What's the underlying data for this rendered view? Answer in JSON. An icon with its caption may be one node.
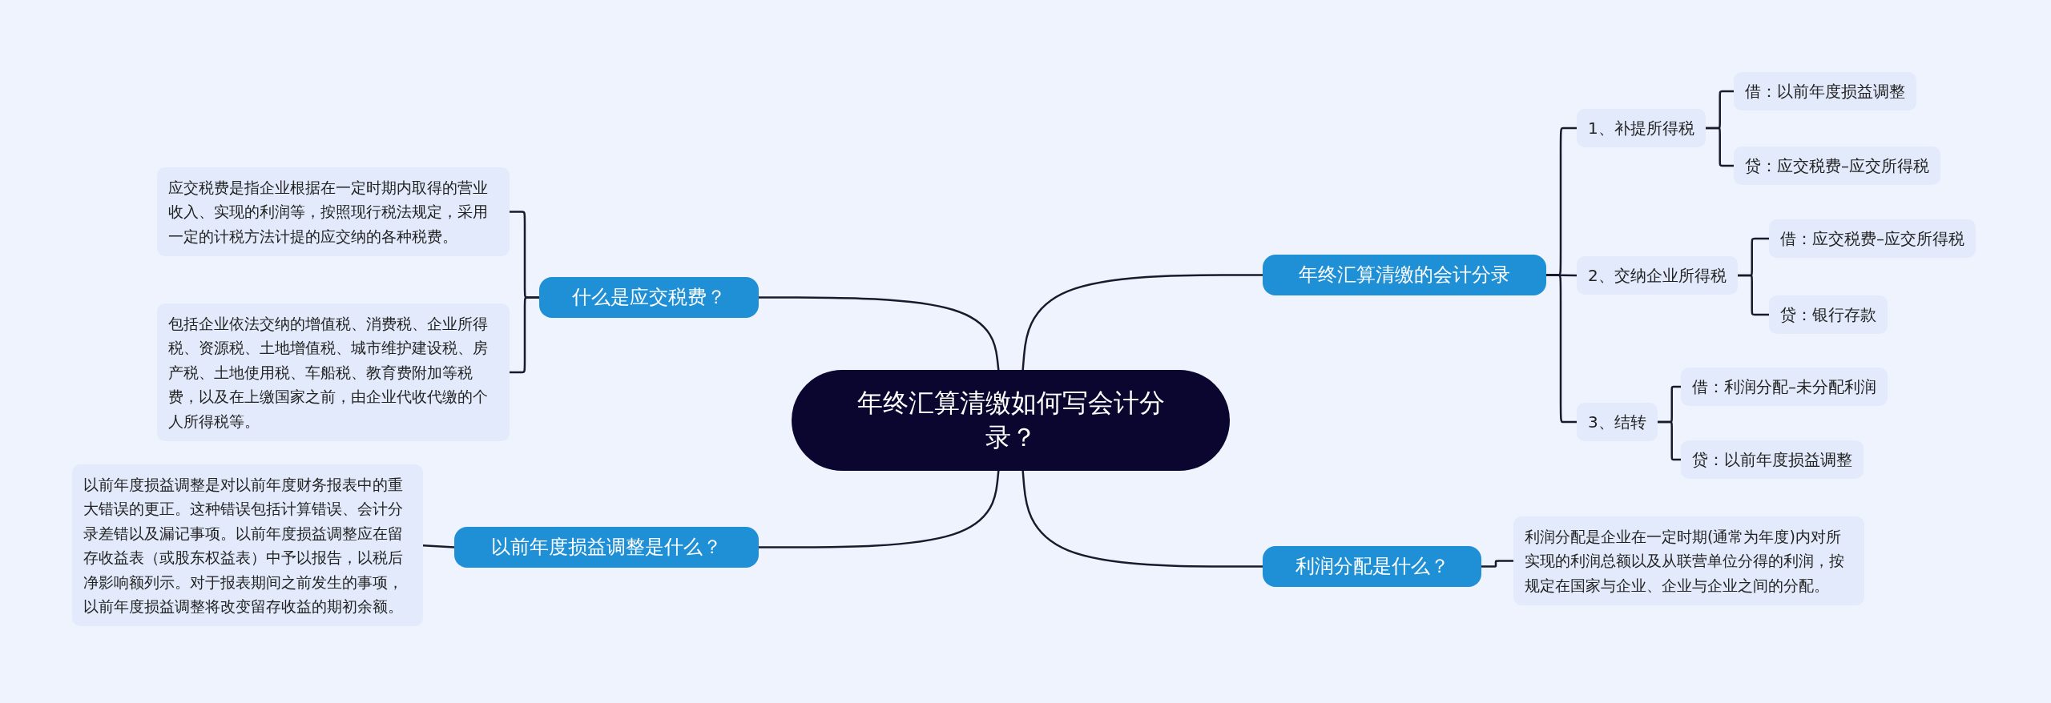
{
  "diagram": {
    "nodes": [
      {
        "text": [
          "年终汇算清缴如何写会计分录？"
        ]
      },
      {
        "text": [
          "什么是应交税费？"
        ]
      },
      {
        "text": [
          "应交税费是指企业根据在一定时期内取得的营业收入、实现的利润等，按照现行税法规定，采用一定的计税方法计提的应交纳的各种税费。"
        ]
      },
      {
        "text": [
          "包括企业依法交纳的增值税、消费税、企业所得税、资源税、土地增值税、城市维护建设税、房产税、土地使用税、车船税、教育费附加等税费，以及在上缴国家之前，由企业代收代缴的个人所得税等。"
        ]
      },
      {
        "text": [
          "以前年度损益调整是什么？"
        ]
      },
      {
        "text": [
          "以前年度损益调整是对以前年度财务报表中的重大错误的更正。这种错误包括计算错误、会计分录差错以及漏记事项。以前年度损益调整应在留存收益表（或股东权益表）中予以报告，以税后净影响额列示。对于报表期间之前发生的事项，以前年度损益调整将改变留存收益的期初余额。"
        ]
      },
      {
        "text": [
          "年终汇算清缴的会计分录"
        ]
      },
      {
        "text": [
          "1、补提所得税"
        ]
      },
      {
        "text": [
          "借：以前年度损益调整"
        ]
      },
      {
        "text": [
          "贷：应交税费–应交所得税"
        ]
      },
      {
        "text": [
          "2、交纳企业所得税"
        ]
      },
      {
        "text": [
          "借：应交税费–应交所得税"
        ]
      },
      {
        "text": [
          "贷：银行存款"
        ]
      },
      {
        "text": [
          "3、结转"
        ]
      },
      {
        "text": [
          "借：利润分配–未分配利润"
        ]
      },
      {
        "text": [
          "贷：以前年度损益调整"
        ]
      },
      {
        "text": [
          "利润分配是什么？"
        ]
      },
      {
        "text": [
          "利润分配是企业在一定时期(通常为年度)内对所实现的利润总额以及从联营单位分得的利润，按规定在国家与企业、企业与企业之间的分配。"
        ]
      }
    ],
    "edges": [
      {
        "from": 0,
        "to": 1,
        "arrow": "none"
      },
      {
        "from": 1,
        "to": 2,
        "arrow": "none"
      },
      {
        "from": 1,
        "to": 3,
        "arrow": "none"
      },
      {
        "from": 0,
        "to": 4,
        "arrow": "none"
      },
      {
        "from": 4,
        "to": 5,
        "arrow": "none"
      },
      {
        "from": 0,
        "to": 6,
        "arrow": "none"
      },
      {
        "from": 6,
        "to": 7,
        "arrow": "none"
      },
      {
        "from": 7,
        "to": 8,
        "arrow": "none"
      },
      {
        "from": 7,
        "to": 9,
        "arrow": "none"
      },
      {
        "from": 6,
        "to": 10,
        "arrow": "none"
      },
      {
        "from": 10,
        "to": 11,
        "arrow": "none"
      },
      {
        "from": 10,
        "to": 12,
        "arrow": "none"
      },
      {
        "from": 6,
        "to": 13,
        "arrow": "none"
      },
      {
        "from": 13,
        "to": 14,
        "arrow": "none"
      },
      {
        "from": 13,
        "to": 15,
        "arrow": "none"
      },
      {
        "from": 0,
        "to": 16,
        "arrow": "none"
      },
      {
        "from": 16,
        "to": 17,
        "arrow": "none"
      }
    ]
  }
}
